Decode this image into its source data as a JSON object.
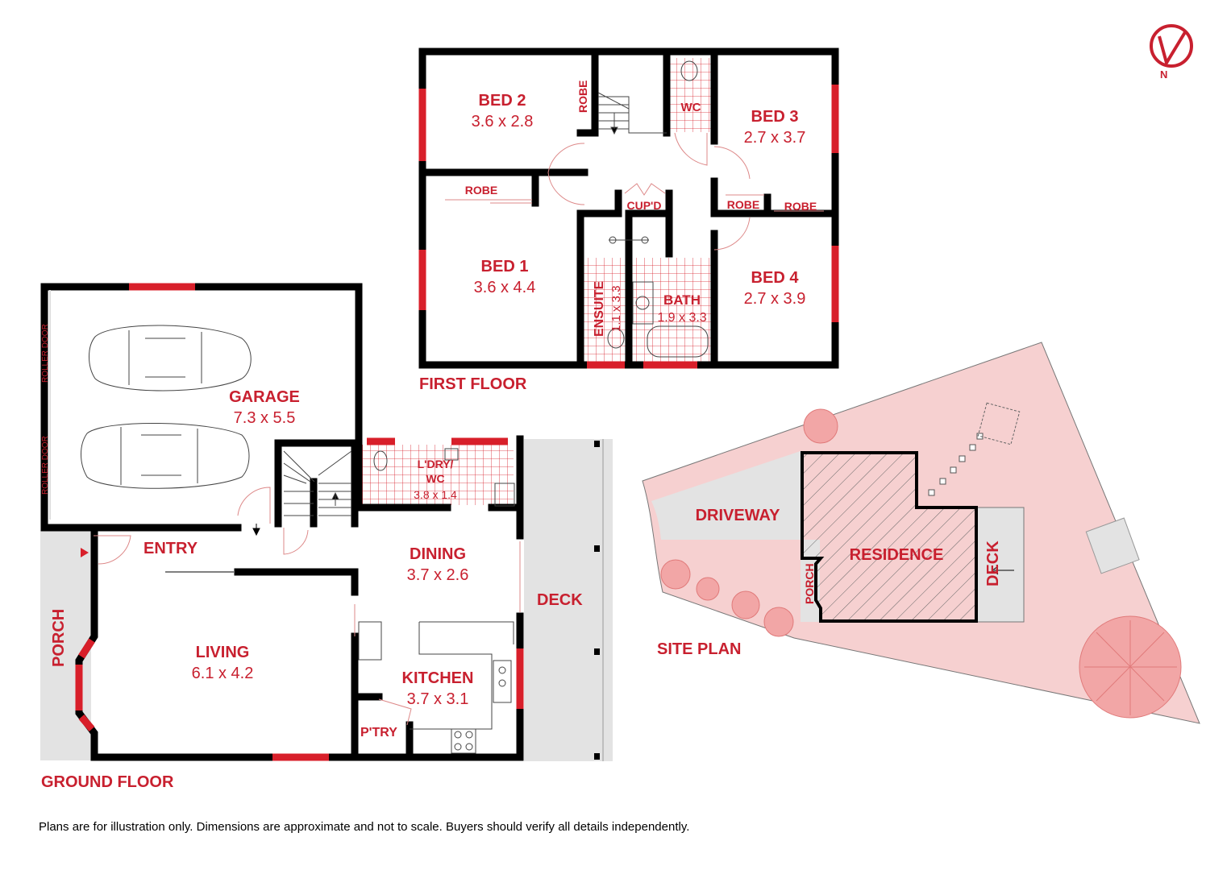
{
  "colors": {
    "accent": "#c8202f",
    "wall": "#000000",
    "window": "#d81f2a",
    "site": "#f6d0d0",
    "paving": "#e3e3e3"
  },
  "first_floor": {
    "title": "FIRST FLOOR",
    "rooms": [
      {
        "name": "BED 2",
        "dim": "3.6 x 2.8"
      },
      {
        "name": "BED 3",
        "dim": "2.7 x 3.7"
      },
      {
        "name": "BED 1",
        "dim": "3.6 x 4.4"
      },
      {
        "name": "BED 4",
        "dim": "2.7 x 3.9"
      },
      {
        "name": "ENSUITE",
        "dim": "1.1 x 3.3"
      },
      {
        "name": "BATH",
        "dim": "1.9 x 3.3"
      }
    ],
    "labels": {
      "robe1": "ROBE",
      "robe2": "ROBE",
      "robe3": "ROBE",
      "robe4": "ROBE",
      "wc": "WC",
      "cupd": "CUP'D"
    }
  },
  "ground_floor": {
    "title": "GROUND FLOOR",
    "rooms": [
      {
        "name": "GARAGE",
        "dim": "7.3 x 5.5"
      },
      {
        "name": "DINING",
        "dim": "3.7 x 2.6"
      },
      {
        "name": "LIVING",
        "dim": "6.1 x 4.2"
      },
      {
        "name": "KITCHEN",
        "dim": "3.7 x 3.1"
      },
      {
        "name": "L'DRY/",
        "name2": "WC",
        "dim": "3.8 x 1.4"
      }
    ],
    "labels": {
      "entry": "ENTRY",
      "porch": "PORCH",
      "deck": "DECK",
      "pantry": "P'TRY",
      "roller1": "ROLLER DOOR",
      "roller2": "ROLLER DOOR"
    }
  },
  "site_plan": {
    "title": "SITE PLAN",
    "labels": {
      "driveway": "DRIVEWAY",
      "residence": "RESIDENCE",
      "porch": "PORCH",
      "deck": "DECK"
    }
  },
  "compass": {
    "label": "N",
    "icon": "north-arrow-icon"
  },
  "disclaimer": "Plans are for illustration only. Dimensions are approximate and not to scale. Buyers should verify all details independently."
}
